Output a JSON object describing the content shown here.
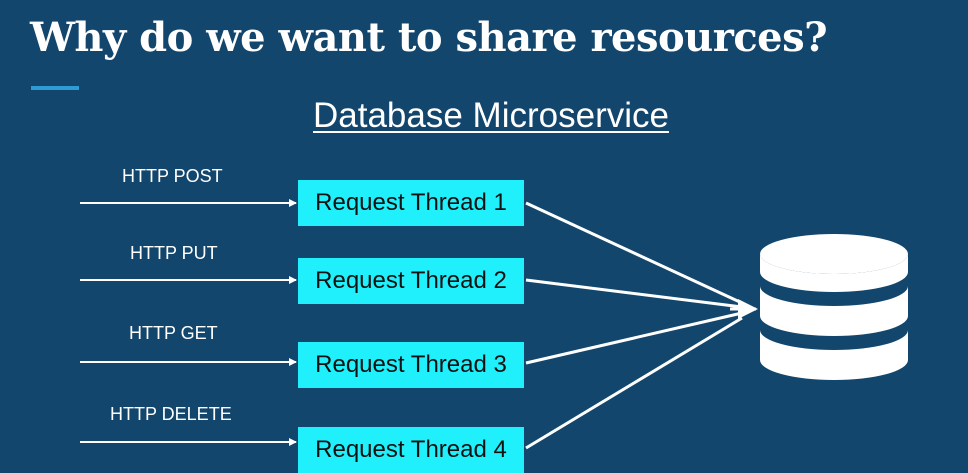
{
  "slide": {
    "title": "Why do we want to share resources?",
    "subtitle": "Database Microservice"
  },
  "requests": [
    {
      "method": "HTTP POST",
      "thread": "Request Thread 1"
    },
    {
      "method": "HTTP PUT",
      "thread": "Request Thread 2"
    },
    {
      "method": "HTTP GET",
      "thread": "Request Thread 3"
    },
    {
      "method": "HTTP DELETE",
      "thread": "Request Thread 4"
    }
  ],
  "database": {
    "icon": "database-icon"
  },
  "colors": {
    "background": "#13466d",
    "thread_box": "#1ff0fb",
    "accent": "#2e9bd6"
  }
}
